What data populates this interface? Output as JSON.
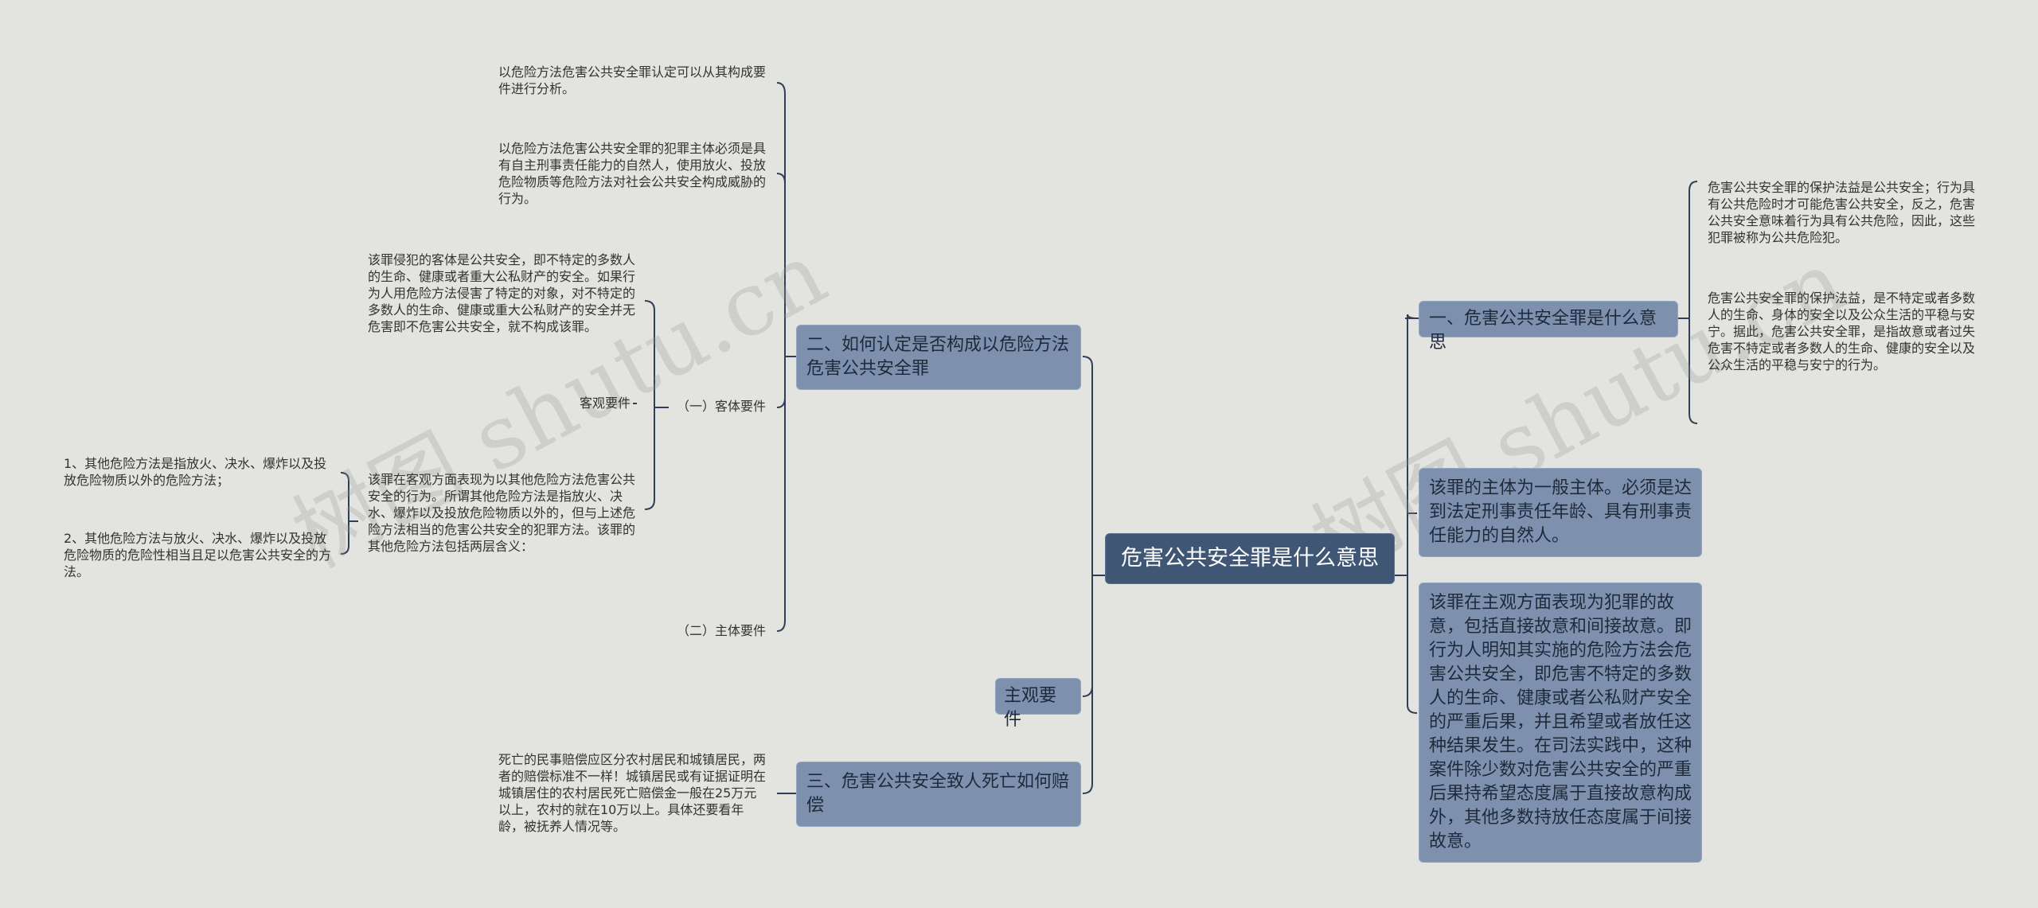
{
  "root": {
    "title": "危害公共安全罪是什么意思"
  },
  "right": {
    "r1": {
      "title": "一、危害公共安全罪是什么意思",
      "items": [
        "危害公共安全罪的保护法益是公共安全；行为具有公共危险时才可能危害公共安全，反之，危害公共安全意味着行为具有公共危险，因此，这些犯罪被称为公共危险犯。",
        "危害公共安全罪的保护法益，是不特定或者多数人的生命、身体的安全以及公众生活的平稳与安宁。据此，危害公共安全罪，是指故意或者过失危害不特定或者多数人的生命、健康的安全以及公众生活的平稳与安宁的行为。"
      ]
    },
    "r2": {
      "text": "该罪的主体为一般主体。必须是达到法定刑事责任年龄、具有刑事责任能力的自然人。"
    },
    "r3": {
      "text": "该罪在主观方面表现为犯罪的故意，包括直接故意和间接故意。即行为人明知其实施的危险方法会危害公共安全，即危害不特定的多数人的生命、健康或者公私财产安全的严重后果，并且希望或者放任这种结果发生。在司法实践中，这种案件除少数对危害公共安全的严重后果持希望态度属于直接故意构成外，其他多数持放任态度属于间接故意。"
    }
  },
  "left": {
    "l1": {
      "title": "二、如何认定是否构成以危险方法危害公共安全罪",
      "t1": "以危险方法危害公共安全罪认定可以从其构成要件进行分析。",
      "t2": "以危险方法危害公共安全罪的犯罪主体必须是具有自主刑事责任能力的自然人，使用放火、投放危险物质等危险方法对社会公共安全构成威胁的行为。",
      "object_label": "（一）客体要件",
      "object_text": "该罪侵犯的客体是公共安全，即不特定的多数人的生命、健康或者重大公私财产的安全。如果行为人用危险方法侵害了特定的对象，对不特定的多数人的生命、健康或重大公私财产的安全并无危害即不危害公共安全，就不构成该罪。",
      "objective_label": "客观要件",
      "objective_text": "该罪在客观方面表现为以其他危险方法危害公共安全的行为。所谓其他危险方法是指放火、决水、爆炸以及投放危险物质以外的，但与上述危险方法相当的危害公共安全的犯罪方法。该罪的其他危险方法包括两层含义：",
      "meaning1": "1、其他危险方法是指放火、决水、爆炸以及投放危险物质以外的危险方法；",
      "meaning2": "2、其他危险方法与放火、决水、爆炸以及投放危险物质的危险性相当且足以危害公共安全的方法。",
      "subject_label": "（二）主体要件"
    },
    "l2": {
      "title": "主观要件"
    },
    "l3": {
      "title": "三、危害公共安全致人死亡如何赔偿",
      "text": "死亡的民事赔偿应区分农村居民和城镇居民，两者的赔偿标准不一样！城镇居民或有证据证明在城镇居住的农村居民死亡赔偿金一般在25万元以上，农村的就在10万以上。具体还要看年龄，被抚养人情况等。"
    }
  },
  "watermark": "树图 shutu.cn",
  "colors": {
    "background": "#e3e3df",
    "root": "#3f5674",
    "branch": "#7d91ae",
    "line": "#2f3f55"
  }
}
